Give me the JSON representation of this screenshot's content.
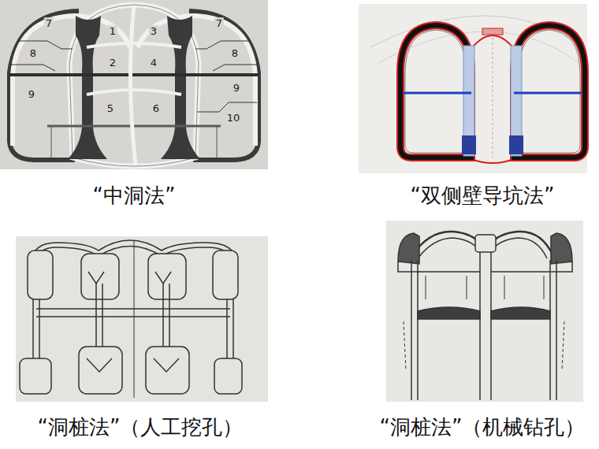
{
  "diagram": {
    "labels": [
      "7",
      "1",
      "3",
      "7",
      "8",
      "2",
      "4",
      "8",
      "9",
      "5",
      "6",
      "9",
      "10",
      "“中洞法”",
      "“双侧壁导坑法”",
      "“洞桩法”（人工挖孔）",
      "“洞桩法”（机械钻孔）"
    ]
  }
}
